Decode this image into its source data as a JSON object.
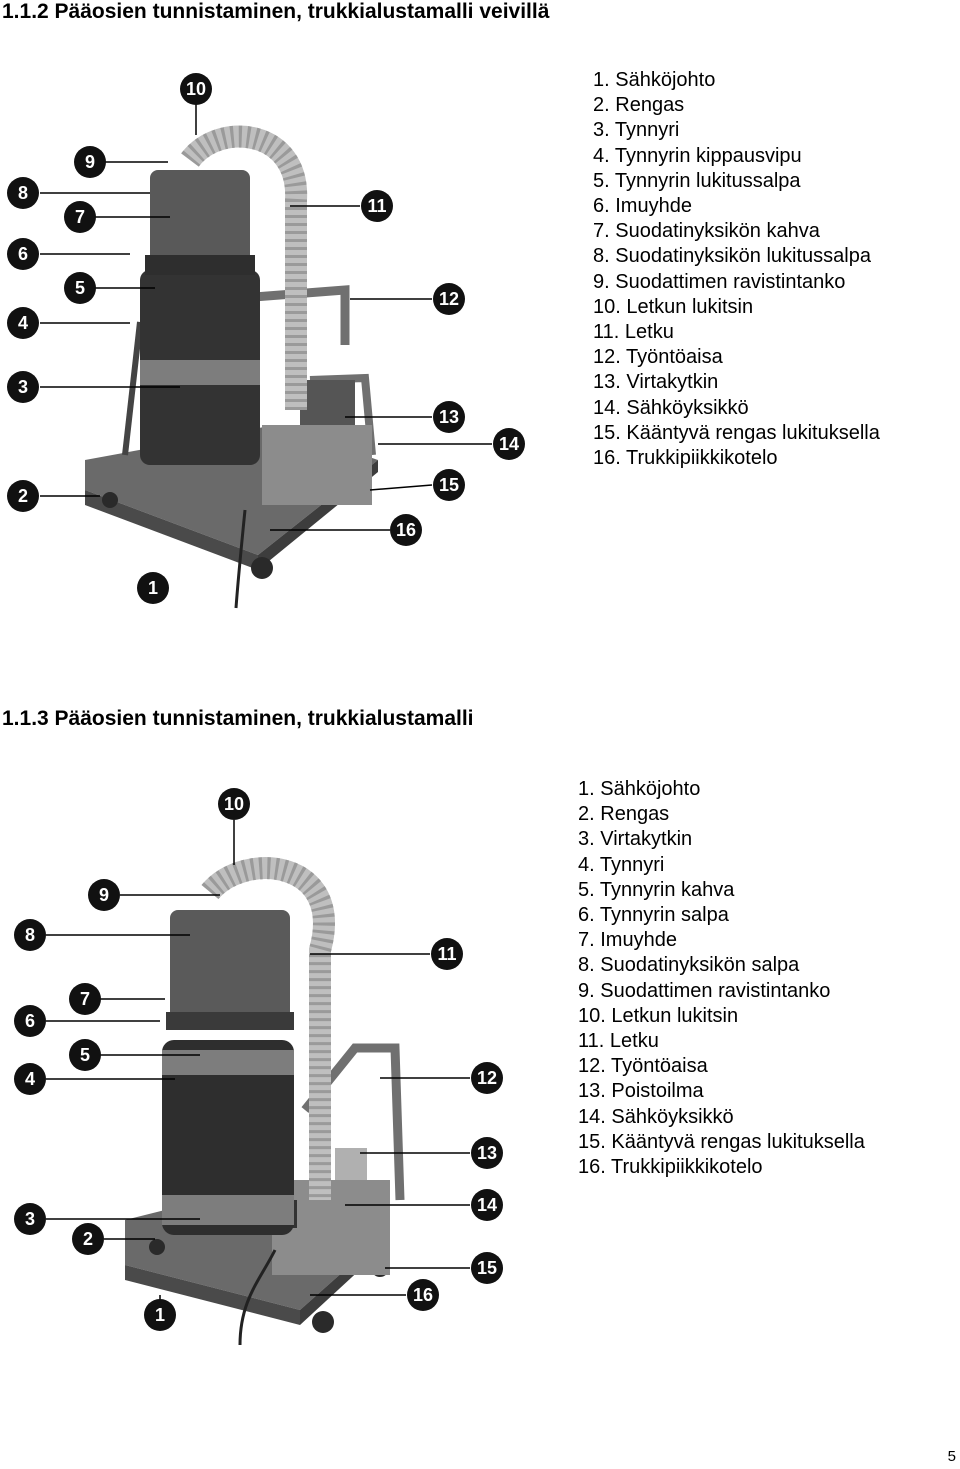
{
  "section_1": {
    "heading": "1.1.2 Pääosien tunnistaminen, trukkialustamalli veivillä",
    "parts": [
      {
        "num": "1.",
        "label": "Sähköjohto"
      },
      {
        "num": "2.",
        "label": "Rengas"
      },
      {
        "num": "3.",
        "label": "Tynnyri"
      },
      {
        "num": "4.",
        "label": "Tynnyrin kippausvipu"
      },
      {
        "num": "5.",
        "label": "Tynnyrin lukitussalpa"
      },
      {
        "num": "6.",
        "label": "Imuyhde"
      },
      {
        "num": "7.",
        "label": "Suodatinyksikön kahva"
      },
      {
        "num": "8.",
        "label": "Suodatinyksikön lukitussalpa"
      },
      {
        "num": "9.",
        "label": "Suodattimen ravistintanko"
      },
      {
        "num": "10.",
        "label": "Letkun lukitsin"
      },
      {
        "num": "11.",
        "label": "Letku"
      },
      {
        "num": "12.",
        "label": "Työntöaisa"
      },
      {
        "num": "13.",
        "label": "Virtakytkin"
      },
      {
        "num": "14.",
        "label": "Sähköyksikkö"
      },
      {
        "num": "15.",
        "label": "Kääntyvä rengas lukituksella"
      },
      {
        "num": "16.",
        "label": "Trukkipiikkikotelo"
      }
    ],
    "callouts": [
      "10",
      "9",
      "8",
      "7",
      "6",
      "5",
      "4",
      "3",
      "2",
      "1",
      "11",
      "12",
      "13",
      "14",
      "15",
      "16"
    ]
  },
  "section_2": {
    "heading": "1.1.3 Pääosien tunnistaminen, trukkialustamalli",
    "parts": [
      {
        "num": "1.",
        "label": "Sähköjohto"
      },
      {
        "num": "2.",
        "label": "Rengas"
      },
      {
        "num": "3.",
        "label": "Virtakytkin"
      },
      {
        "num": "4.",
        "label": "Tynnyri"
      },
      {
        "num": "5.",
        "label": "Tynnyrin kahva"
      },
      {
        "num": "6.",
        "label": "Tynnyrin salpa"
      },
      {
        "num": "7.",
        "label": "Imuyhde"
      },
      {
        "num": "8.",
        "label": "Suodatinyksikön salpa"
      },
      {
        "num": "9.",
        "label": "Suodattimen ravistintanko"
      },
      {
        "num": "10.",
        "label": "Letkun lukitsin"
      },
      {
        "num": "11.",
        "label": "Letku"
      },
      {
        "num": "12.",
        "label": "Työntöaisa"
      },
      {
        "num": "13.",
        "label": "Poistoilma"
      },
      {
        "num": "14.",
        "label": "Sähköyksikkö"
      },
      {
        "num": "15.",
        "label": "Kääntyvä rengas lukituksella"
      },
      {
        "num": "16.",
        "label": "Trukkipiikkikotelo"
      }
    ],
    "callouts": [
      "10",
      "9",
      "8",
      "7",
      "6",
      "5",
      "4",
      "3",
      "2",
      "1",
      "11",
      "12",
      "13",
      "14",
      "15",
      "16"
    ]
  },
  "page_number": "5"
}
